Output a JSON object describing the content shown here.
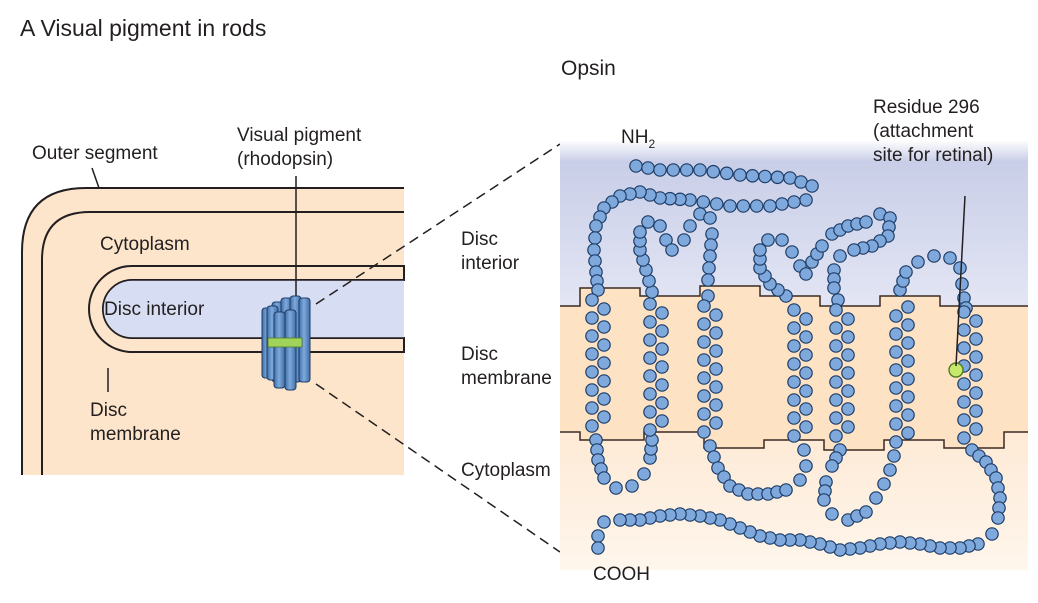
{
  "title": "A  Visual pigment in rods",
  "labels": {
    "opsin": "Opsin",
    "outer_segment": "Outer segment",
    "visual_pigment_line1": "Visual pigment",
    "visual_pigment_line2": "(rhodopsin)",
    "cytoplasm_left": "Cytoplasm",
    "disc_interior_left": "Disc interior",
    "disc_membrane_left_line1": "Disc",
    "disc_membrane_left_line2": "membrane",
    "nh2_main": "NH",
    "nh2_sub": "2",
    "residue_line1": "Residue 296",
    "residue_line2": "(attachment",
    "residue_line3": "site for retinal)",
    "disc_interior_right_line1": "Disc",
    "disc_interior_right_line2": "interior",
    "disc_membrane_right_line1": "Disc",
    "disc_membrane_right_line2": "membrane",
    "cytoplasm_right": "Cytoplasm",
    "cooh": "COOH"
  },
  "colors": {
    "segment_fill": "#fde5cc",
    "disc_interior_fill": "#d7ddf2",
    "outline": "#231f20",
    "rhodopsin_blue": "#5b8fcb",
    "rhodopsin_band": "#9fd35a",
    "residue_bead": "#c6e86c",
    "bead_fill": "#7fa9dc",
    "bead_stroke": "#1d3c66",
    "top_gradient": "#c9cee8",
    "bottom_gradient": "#fde6cf"
  }
}
